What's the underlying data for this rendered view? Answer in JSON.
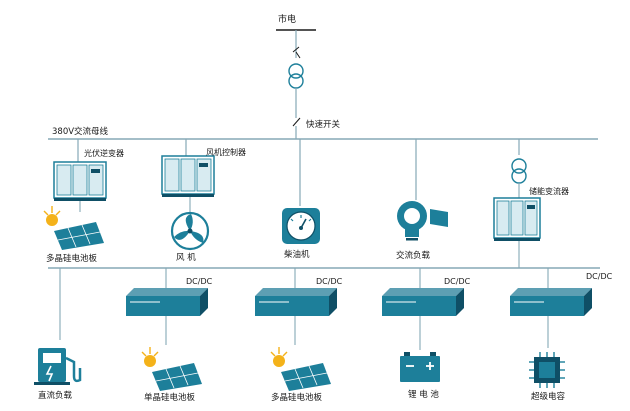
{
  "grid_label": "市电",
  "bus_label": "380V交流母线",
  "switch_label": "快速开关",
  "ac_components": {
    "pv_inverter": "光伏逆变器",
    "pv_panel_ac": "多晶硅电池板",
    "wind_controller": "风机控制器",
    "wind_turbine": "风 机",
    "diesel_generator": "柴油机",
    "ac_load": "交流负载",
    "storage_converter": "储能变流器"
  },
  "dcdc_label": "DC/DC",
  "dc_components": {
    "dc_load": "直流负载",
    "mono_panel": "单晶硅电池板",
    "poly_panel": "多晶硅电池板",
    "battery": "锂 电 池",
    "supercap": "超级电容"
  },
  "colors": {
    "accent": "#1d7f9a",
    "accent_dark": "#0f4f66",
    "line": "#86a8b6",
    "sun": "#f4b21a"
  }
}
